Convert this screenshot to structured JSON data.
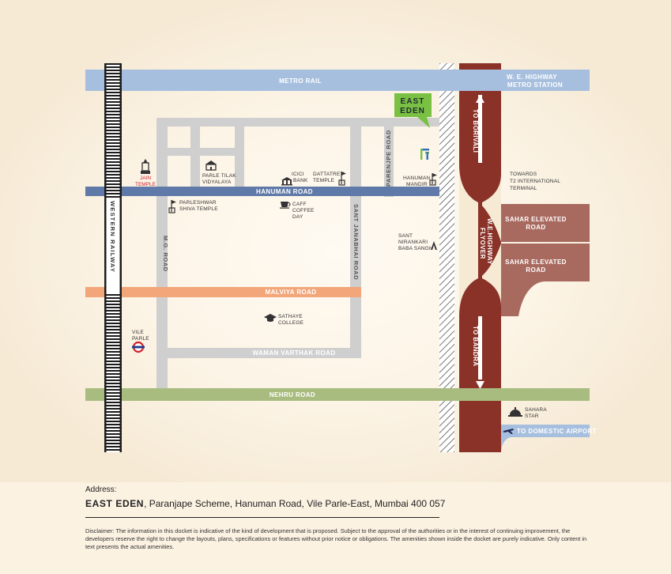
{
  "map": {
    "roads": {
      "metro_rail": "METRO RAIL",
      "we_highway_metro_line1": "W. E. HIGHWAY",
      "we_highway_metro_line2": "METRO STATION",
      "hanuman_road": "HANUMAN ROAD",
      "malviya_road": "MALVIYA ROAD",
      "waman_varthak_road": "WAMAN VARTHAK ROAD",
      "nehru_road": "NEHRU ROAD",
      "western_railway": "WESTERN RAILWAY",
      "mg_road": "M.G. ROAD",
      "sant_janabhai_road": "SANT JANABHAI ROAD",
      "parenjpe_road": "PARENJPE ROAD",
      "to_borivali": "TO BORIVALI",
      "to_bandra": "TO BANDRA",
      "flyover_line1": "W.E.HIGHWAY",
      "flyover_line2": "FLYOVER",
      "sahar_elevated_1_line1": "SAHAR ELEVATED",
      "sahar_elevated_1_line2": "ROAD",
      "sahar_elevated_2_line1": "SAHAR ELEVATED",
      "sahar_elevated_2_line2": "ROAD",
      "towards_t2_line1": "TOWARDS",
      "towards_t2_line2": "T2 INTERNATIONAL",
      "towards_t2_line3": "TERMINAL",
      "to_domestic_airport": "TO DOMESTIC AIRPORT"
    },
    "landmarks": {
      "jain_temple_line1": "JAIN",
      "jain_temple_line2": "TEMPLE",
      "parle_tilak_line1": "PARLE TILAK",
      "parle_tilak_line2": "VIDYALAYA",
      "icici_line1": "ICICI",
      "icici_line2": "BANK",
      "dattatrey_line1": "DATTATREY",
      "dattatrey_line2": "TEMPLE",
      "hanuman_mandir_line1": "HANUMAN",
      "hanuman_mandir_line2": "MANDIR",
      "parleshwar_line1": "PARLESHWAR",
      "parleshwar_line2": "SHIVA TEMPLE",
      "caff_line1": "CAFF",
      "caff_line2": "COFFEE",
      "caff_line3": "DAY",
      "sant_nirankari_line1": "SANT",
      "sant_nirankari_line2": "NIRANKARI",
      "sant_nirankari_line3": "BABA SANGH",
      "sathaye_line1": "SATHAYE",
      "sathaye_line2": "COLLEGE",
      "vile_parle_line1": "VILE",
      "vile_parle_line2": "PARLE",
      "sahara_star_line1": "SAHARA",
      "sahara_star_line2": "STAR",
      "east_eden_logo_line1": "EAST",
      "east_eden_logo_line2": "EDEN"
    },
    "colors": {
      "metro_blue": "#a7bfde",
      "hanuman_blue": "#5f79a8",
      "malviya_orange": "#f2a679",
      "nehru_green": "#a9bc80",
      "grey_road": "#cfcfcf",
      "highway_red": "#8a3228",
      "sahar_road": "#a86a5f",
      "east_eden_green": "#79c043"
    }
  },
  "address": {
    "label": "Address:",
    "name": "EAST EDEN",
    "detail": ", Paranjape Scheme, Hanuman Road, Vile Parle-East,  Mumbai 400 057"
  },
  "disclaimer": "Disclaimer: The information in this docket is indicative of the kind of development that is proposed. Subject to the approval of the authorities or in the interest of continuing improvement, the developers reserve the right to change the layouts, plans, specifications or features without prior notice or obligations. The amenities shown inside the docket are purely indicative. Only content in text presents the actual amenities."
}
